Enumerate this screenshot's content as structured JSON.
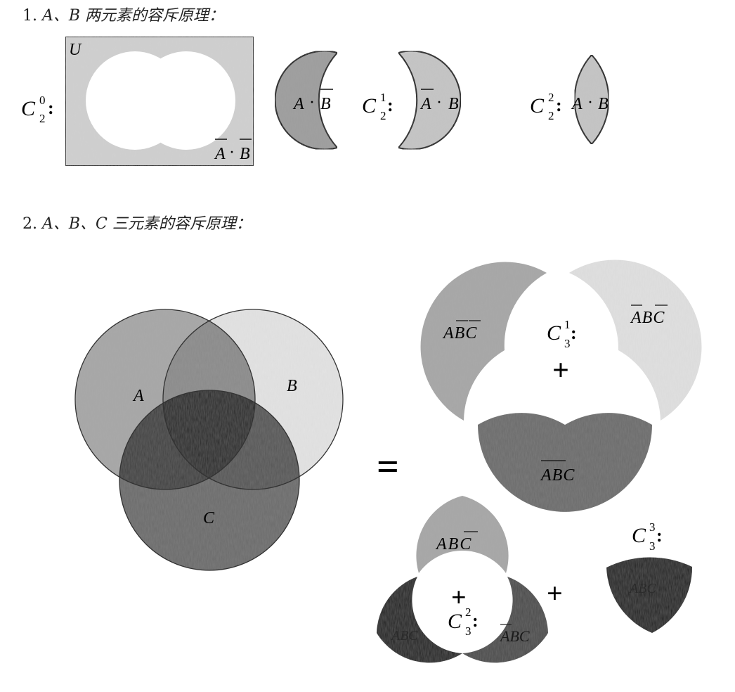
{
  "headings": {
    "section1": {
      "number": "1.",
      "text": "A、B 两元素的容斥原理："
    },
    "section2": {
      "number": "2.",
      "text": "A、B、C 三元素的容斥原理："
    }
  },
  "section1": {
    "universe_label": "U",
    "c20": {
      "base": "C",
      "sub": "2",
      "sup": "0",
      "colon": ":"
    },
    "c20_region_label": {
      "a": "A",
      "dot": "·",
      "b": "B"
    },
    "c21": {
      "base": "C",
      "sub": "2",
      "sup": "1",
      "colon": ":"
    },
    "c21_left_label": {
      "a": "A",
      "dot": "·",
      "b": "B"
    },
    "c21_right_label": {
      "a": "A",
      "dot": "·",
      "b": "B"
    },
    "c22": {
      "base": "C",
      "sub": "2",
      "sup": "2",
      "colon": ":"
    },
    "c22_label": {
      "a": "A",
      "dot": "·",
      "b": "B"
    }
  },
  "section2": {
    "venn_labels": {
      "a": "A",
      "b": "B",
      "c": "C"
    },
    "equals": "=",
    "c31": {
      "base": "C",
      "sub": "3",
      "sup": "1",
      "colon": ":"
    },
    "c31_plus": "+",
    "c31_labels": {
      "top_left": "ABC",
      "top_right": "ABC",
      "bottom": "ABC"
    },
    "c32": {
      "base": "C",
      "sub": "3",
      "sup": "2",
      "colon": ":"
    },
    "c32_plus_inner": "+",
    "c32_labels": {
      "top": "ABC",
      "left": "ABC",
      "right": "ABC"
    },
    "plus_between": "+",
    "c33": {
      "base": "C",
      "sub": "3",
      "sup": "3",
      "colon": ":"
    },
    "c33_label": "ABC"
  },
  "colors": {
    "region_a": "#a6a6a6",
    "region_b": "#e3e3e3",
    "region_c": "#6b6b6b",
    "overlap_ab": "#8a8a8a",
    "overlap_ac": "#3e3e3e",
    "overlap_bc": "#555555",
    "overlap_abc": "#262626",
    "universe_fill": "#d0d0d0",
    "c21_left_fill": "#9c9c9c",
    "c21_right_fill": "#c4c4c4",
    "c22_fill": "#c4c4c4",
    "c33_fill": "#1c1c1c"
  }
}
